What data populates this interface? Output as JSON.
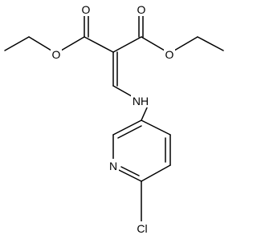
{
  "structure": {
    "atoms": {
      "o_carbonyl_left": "O",
      "o_carbonyl_right": "O",
      "o_ester_left": "O",
      "o_ester_right": "O",
      "nh": "NH",
      "n_pyridine": "N",
      "cl": "Cl"
    },
    "colors": {
      "bond": "#000000",
      "label": "#000000",
      "background": "#ffffff"
    }
  }
}
